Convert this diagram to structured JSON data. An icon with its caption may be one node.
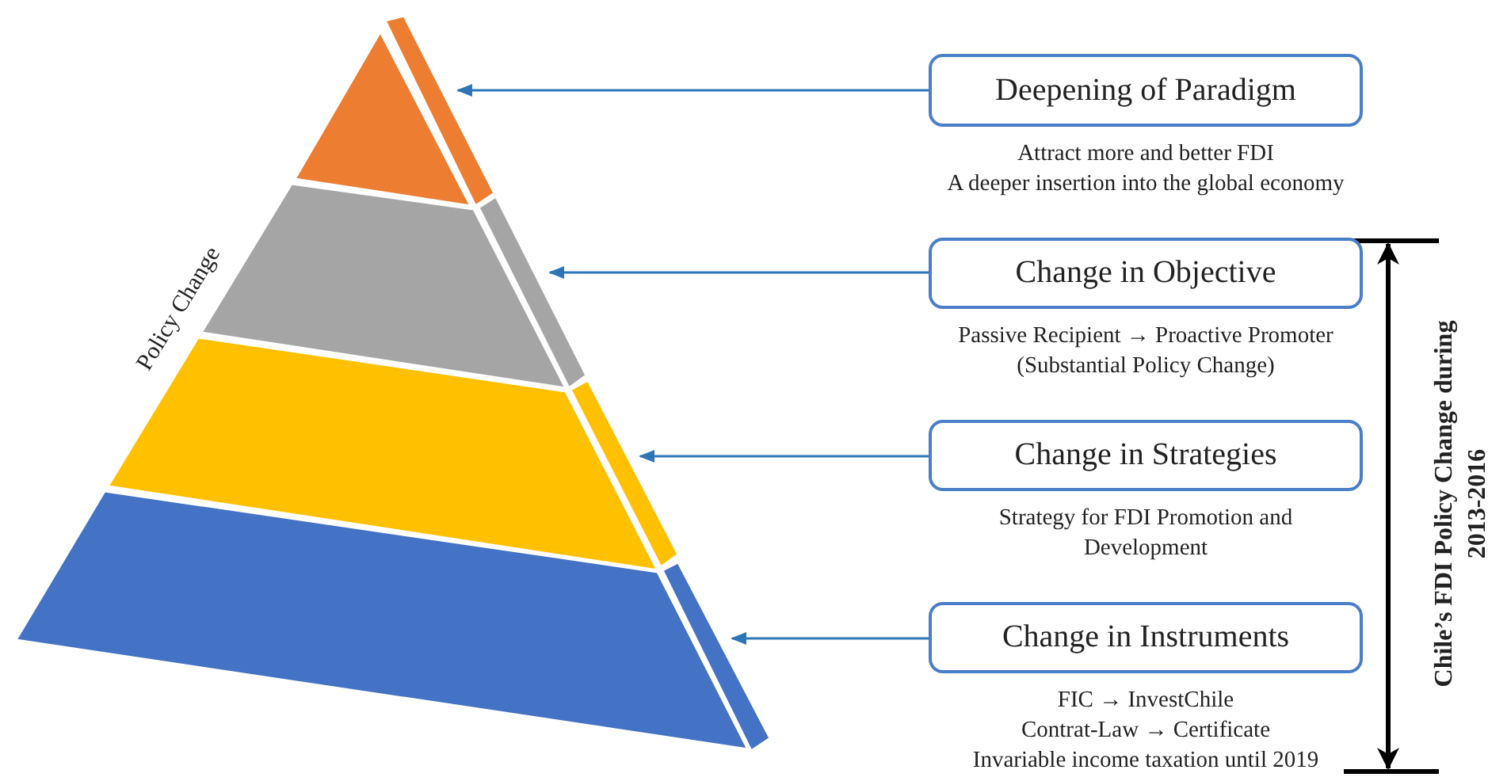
{
  "diagram": {
    "nodes": [
      {
        "text": [],
        "shape": "triangle"
      },
      {
        "text": [],
        "shape": "trapezoid"
      },
      {
        "text": [],
        "shape": "trapezoid"
      },
      {
        "text": [],
        "shape": "trapezoid"
      },
      {
        "text": [
          "Deepening of Paradigm"
        ],
        "beside": [
          "Attract more and better FDI",
          "A deeper insertion into the global economy"
        ]
      },
      {
        "text": [
          "Change in Objective"
        ],
        "beside": [
          "Passive Recipient → Proactive Promoter",
          "(Substantial Policy Change)"
        ]
      },
      {
        "text": [
          "Change in Strategies"
        ],
        "beside": [
          "Strategy for FDI Promotion and Development"
        ]
      },
      {
        "text": [
          "Change in Instruments"
        ],
        "beside": [
          "FIC → InvestChile",
          "Contrat-Law → Certificate",
          "Invariable income taxation until 2019"
        ]
      }
    ],
    "edges": [
      {
        "from": 4,
        "to": 0,
        "arrow": "to"
      },
      {
        "from": 5,
        "to": 1,
        "arrow": "to"
      },
      {
        "from": 6,
        "to": 2,
        "arrow": "to"
      },
      {
        "from": 7,
        "to": 3,
        "arrow": "to"
      }
    ],
    "labels": [
      "Policy Change",
      "Chile’s FDI Policy Change during 2013-2016"
    ]
  }
}
